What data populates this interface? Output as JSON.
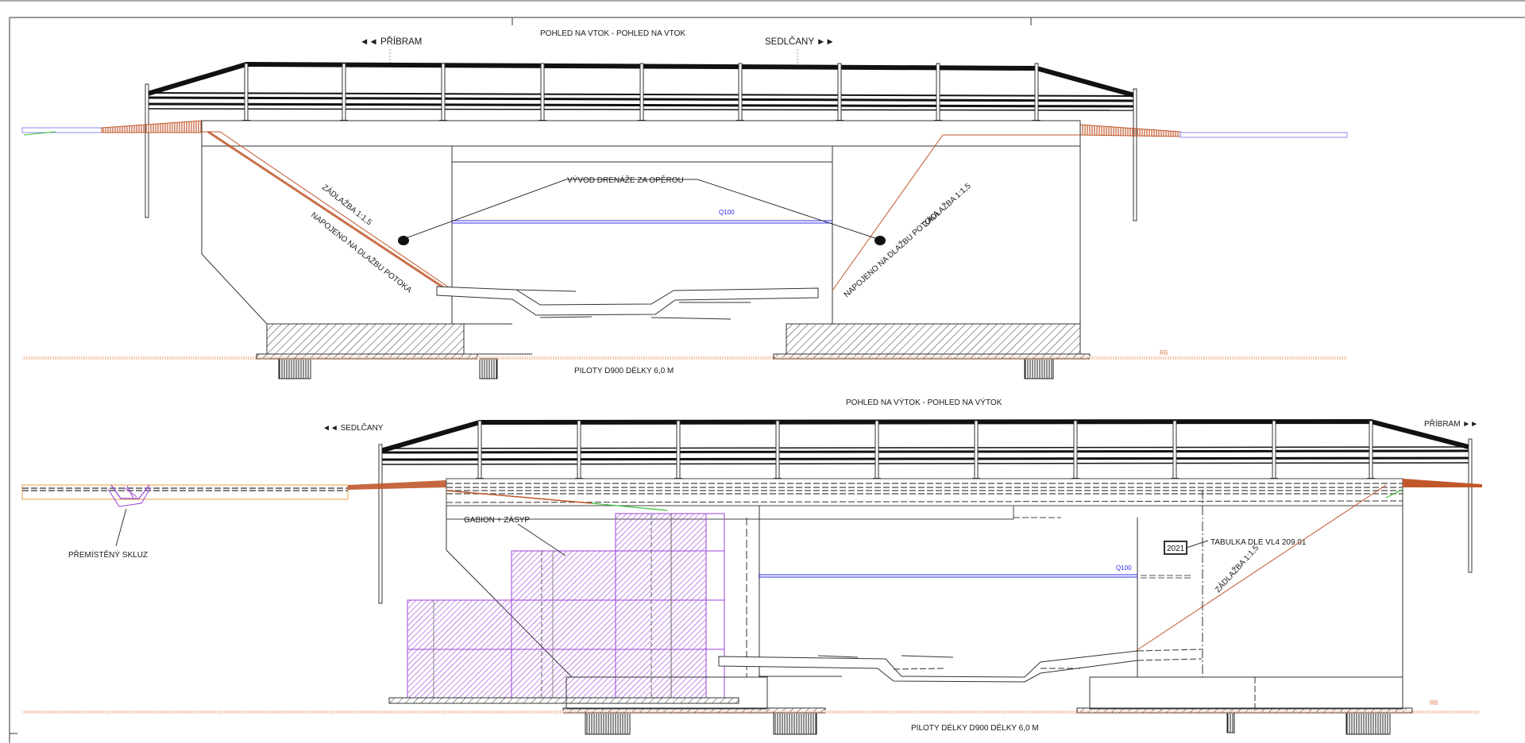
{
  "drawing": {
    "top_view": {
      "title": "POHLED NA VTOK - POHLED NA VTOK",
      "direction_left": "◄◄ PŘÍBRAM",
      "direction_right": "SEDLČANY ►►",
      "drain_label": "VÝVOD DRENÁŽE ZA OPĚROU",
      "slope_left_1": "ZÁDLAŽBA 1:1,5",
      "slope_left_2": "NAPOJENO NA DLAŽBU POTOKA",
      "slope_right_1": "ZÁDLAŽBA 1:1,5",
      "slope_right_2": "NAPOJENO NA DLAŽBU POTOKA",
      "water_level": "Q100",
      "ground_marker": "R6",
      "piles_label": "PILOTY D900 DÉLKY 6,0 M"
    },
    "bottom_view": {
      "title": "POHLED NA VÝTOK - POHLED NA VÝTOK",
      "direction_left": "◄◄ SEDLČANY",
      "direction_right": "PŘÍBRAM ►►",
      "chute_label": "PŘEMÍSTĚNÝ SKLUZ",
      "gabion_label": "GABION + ZÁSYP",
      "plate_year": "2021",
      "plate_label": "TABULKA DLE VL4 209.01",
      "slope_right": "ZÁDLAŽBA 1:1,5",
      "water_level": "Q100",
      "ground_marker": "R6",
      "piles_label": "PILOTY DÉLKY D900 DÉLKY 6,0 M"
    },
    "colors": {
      "line": "#1a1a1a",
      "paving": "#c0572a",
      "water": "#2c2cf0",
      "gabion": "#9b40d8",
      "ground": "#f0a078",
      "terrain_green": "#39c43a",
      "road_outline": "#8a8af5"
    }
  }
}
